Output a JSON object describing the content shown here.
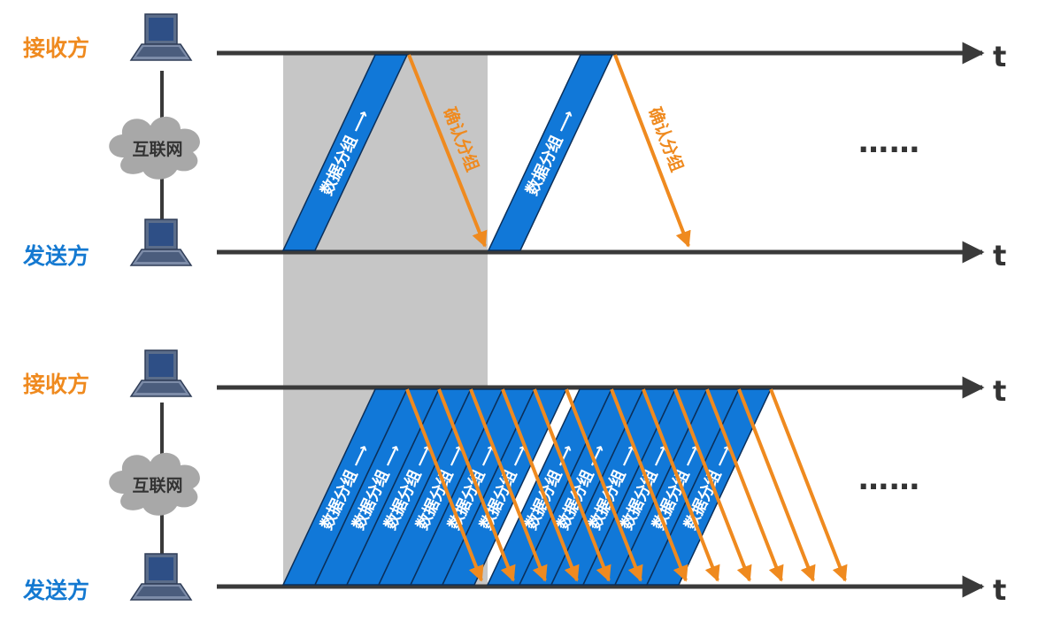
{
  "colors": {
    "receiver": "#ef8a1f",
    "sender": "#1479d1",
    "packet_fill": "#1178d8",
    "packet_stroke": "#0b2f5a",
    "ack": "#ef8a1f",
    "axis": "#3a3a3a",
    "shade": "#c6c6c6",
    "cloud": "#a8a8a8"
  },
  "icons": {
    "host": "laptop-icon",
    "network": "cloud-icon"
  },
  "axis_label": "t",
  "ellipsis": "……",
  "stop_and_wait": {
    "receiver_label": "接收方",
    "sender_label": "发送方",
    "network_label": "互联网",
    "packet_label": "数据分组 ⟶",
    "ack_label": "确认分组",
    "packet_count": 2,
    "ack_count": 2
  },
  "pipelined": {
    "receiver_label": "接收方",
    "sender_label": "发送方",
    "network_label": "互联网",
    "packet_label": "数据分组 ⟶",
    "packet_count": 12,
    "ack_count": 12
  }
}
